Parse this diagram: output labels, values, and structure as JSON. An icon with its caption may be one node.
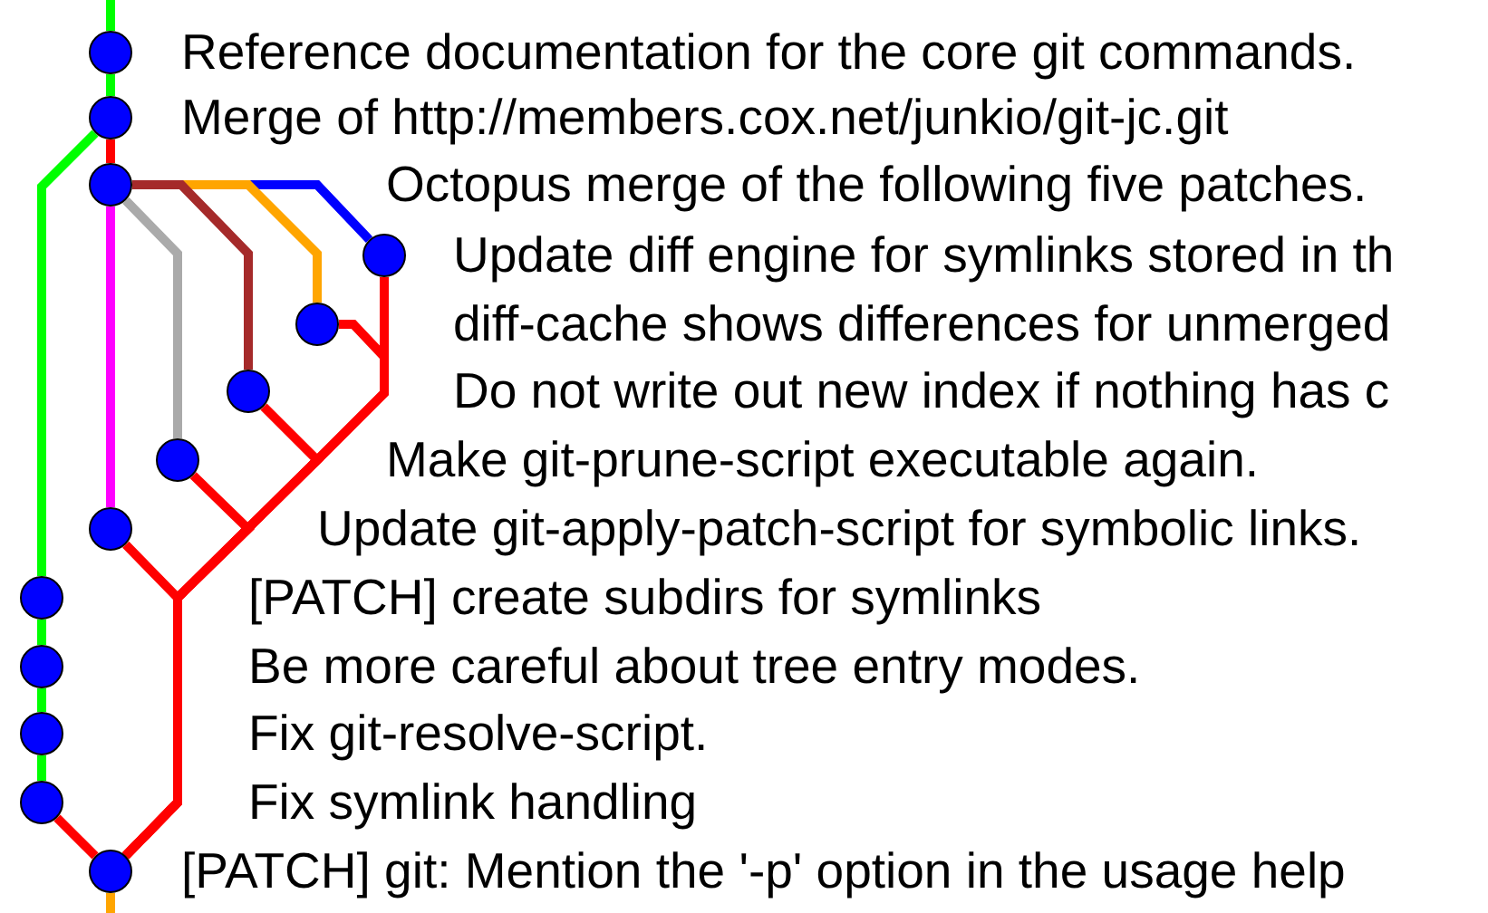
{
  "diagram": {
    "nodes": [
      {
        "text": [],
        "shape": "circle"
      },
      {
        "text": [],
        "shape": "circle"
      },
      {
        "text": [],
        "shape": "circle"
      },
      {
        "text": [],
        "shape": "circle"
      },
      {
        "text": [],
        "shape": "circle"
      },
      {
        "text": [],
        "shape": "circle"
      },
      {
        "text": [],
        "shape": "circle"
      },
      {
        "text": [],
        "shape": "circle"
      },
      {
        "text": [],
        "shape": "circle"
      },
      {
        "text": [],
        "shape": "circle"
      },
      {
        "text": [],
        "shape": "circle"
      },
      {
        "text": [],
        "shape": "circle"
      },
      {
        "text": [],
        "shape": "circle"
      }
    ],
    "edges": [
      {
        "from": null,
        "to": 0,
        "arrow": "none",
        "color": "#00ff00"
      },
      {
        "from": 0,
        "to": 1,
        "arrow": "none",
        "color": "#00ff00"
      },
      {
        "from": 1,
        "to": 2,
        "arrow": "none"
      },
      {
        "from": 1,
        "to": 8,
        "arrow": "none",
        "color": "#00ff00"
      },
      {
        "from": 8,
        "to": 9,
        "arrow": "none",
        "color": "#00ff00"
      },
      {
        "from": 9,
        "to": 10,
        "arrow": "none",
        "color": "#00ff00"
      },
      {
        "from": 10,
        "to": 11,
        "arrow": "none",
        "color": "#00ff00"
      },
      {
        "from": 11,
        "to": 12,
        "arrow": "none"
      },
      {
        "from": 2,
        "to": 7,
        "arrow": "none",
        "color": "#ff00ff"
      },
      {
        "from": 2,
        "to": 6,
        "arrow": "none",
        "color": "#aaaaaa"
      },
      {
        "from": 2,
        "to": 5,
        "arrow": "none",
        "color": "#a52a2a"
      },
      {
        "from": 2,
        "to": 4,
        "arrow": "none",
        "color": "#ffa500"
      },
      {
        "from": 2,
        "to": 3,
        "arrow": "none",
        "color": "#0000ff"
      },
      {
        "from": 3,
        "to": 12,
        "arrow": "none"
      },
      {
        "from": 4,
        "to": 12,
        "arrow": "none"
      },
      {
        "from": 5,
        "to": 12,
        "arrow": "none"
      },
      {
        "from": 6,
        "to": 12,
        "arrow": "none"
      },
      {
        "from": 7,
        "to": 12,
        "arrow": "none"
      },
      {
        "from": 12,
        "to": null,
        "arrow": "none",
        "color": "#ffa500"
      }
    ],
    "labels": [
      "Reference documentation for the core git commands.",
      "Merge of http://members.cox.net/junkio/git-jc.git",
      "Octopus merge of the following five patches.",
      "Update diff engine for symlinks stored in th",
      "diff-cache shows differences for unmerged",
      "Do not write out new index if nothing has c",
      "Make git-prune-script executable again.",
      "Update git-apply-patch-script for symbolic links.",
      "[PATCH] create subdirs for symlinks",
      "Be more careful about tree entry modes.",
      "Fix git-resolve-script.",
      "Fix symlink handling",
      "[PATCH] git: Mention the '-p' option in the usage help"
    ]
  }
}
